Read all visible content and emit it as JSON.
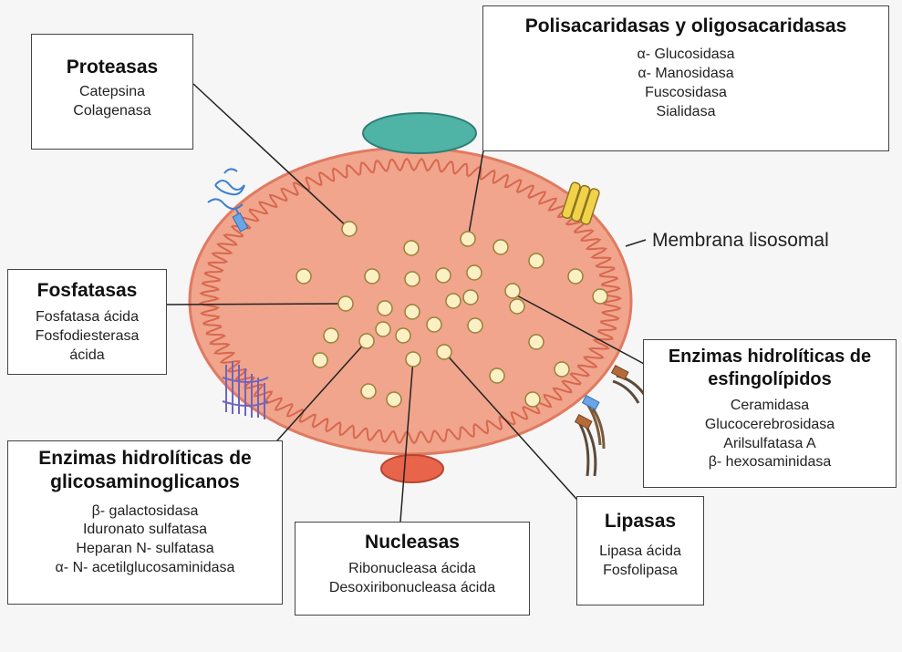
{
  "boxes": {
    "proteasas": {
      "title": [
        "Proteasas"
      ],
      "items": [
        "Catepsina",
        "Colagenasa"
      ]
    },
    "polisacaridasas": {
      "title": [
        "Polisacaridasas y oligosacaridasas"
      ],
      "items": [
        "α- Glucosidasa",
        "α- Manosidasa",
        "Fuscosidasa",
        "Sialidasa"
      ]
    },
    "fosfatasas": {
      "title": [
        "Fosfatasas"
      ],
      "items": [
        "Fosfatasa ácida",
        "Fosfodiesterasa",
        "ácida"
      ]
    },
    "esfingolipidos": {
      "title": [
        "Enzimas hidrolíticas de",
        "esfingolípidos"
      ],
      "items": [
        "Ceramidasa",
        "Glucocerebrosidasa",
        "Arilsulfatasa A",
        "β- hexosaminidasa"
      ]
    },
    "glicosaminoglicanos": {
      "title": [
        "Enzimas hidrolíticas de",
        "glicosaminoglicanos"
      ],
      "items": [
        "β- galactosidasa",
        "Iduronato sulfatasa",
        "Heparan N- sulfatasa",
        "α- N- acetilglucosaminidasa"
      ]
    },
    "nucleasas": {
      "title": [
        "Nucleasas"
      ],
      "items": [
        "Ribonucleasa ácida",
        "Desoxiribonucleasa ácida"
      ]
    },
    "lipasas": {
      "title": [
        "Lipasas"
      ],
      "items": [
        "Lipasa ácida",
        "Fosfolipasa"
      ]
    }
  },
  "membrane_label": "Membrana lisosomal",
  "colors": {
    "lysosome_fill": "#f0a58c",
    "membrane": "#e07a62",
    "vesicle_fill": "#fbf0c3",
    "vesicle_stroke": "#9a7f3a",
    "teal_protein": "#4fb3a6",
    "red_protein": "#e8644a",
    "yellow_transporter": "#f2d24a",
    "purple_receptor": "#7b73c9",
    "blue_receptor": "#4f8fd8"
  }
}
